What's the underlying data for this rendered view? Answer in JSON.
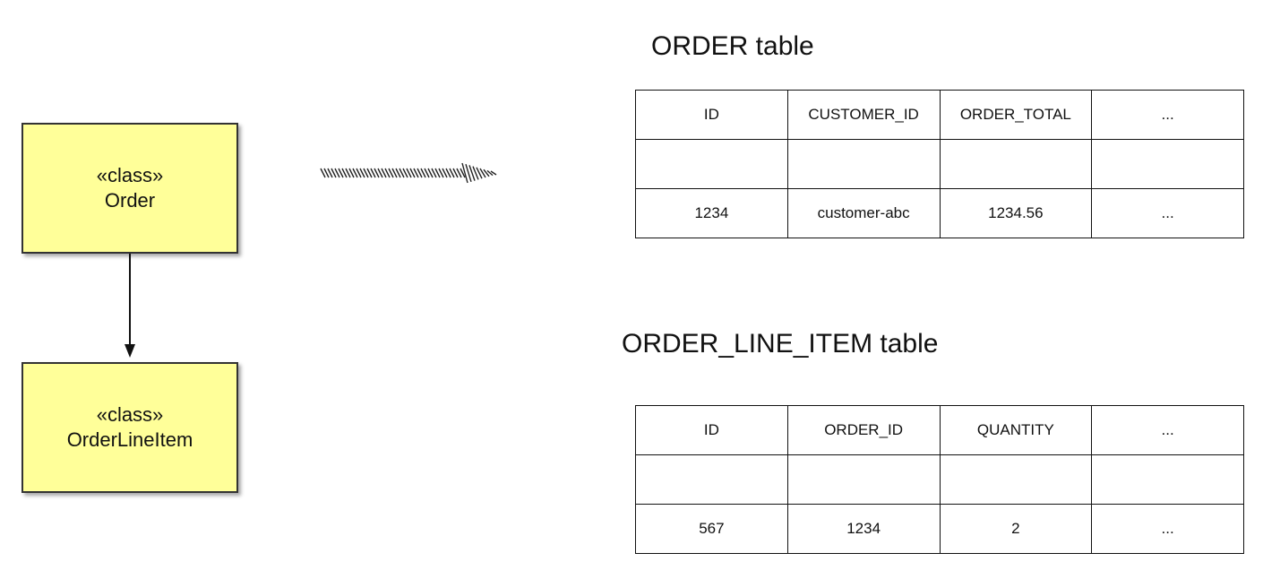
{
  "classes": {
    "order": {
      "stereotype": "«class»",
      "name": "Order"
    },
    "line_item": {
      "stereotype": "«class»",
      "name": "OrderLineItem"
    }
  },
  "colors": {
    "class_fill": "#ffff99",
    "border": "#333333"
  },
  "order_table": {
    "title": "ORDER table",
    "headers": [
      "ID",
      "CUSTOMER_ID",
      "ORDER_TOTAL",
      "..."
    ],
    "rows": [
      [
        "",
        "",
        "",
        ""
      ],
      [
        "1234",
        "customer-abc",
        "1234.56",
        "..."
      ]
    ]
  },
  "line_item_table": {
    "title": "ORDER_LINE_ITEM table",
    "headers": [
      "ID",
      "ORDER_ID",
      "QUANTITY",
      "..."
    ],
    "rows": [
      [
        "",
        "",
        "",
        ""
      ],
      [
        "567",
        "1234",
        "2",
        "..."
      ]
    ]
  }
}
